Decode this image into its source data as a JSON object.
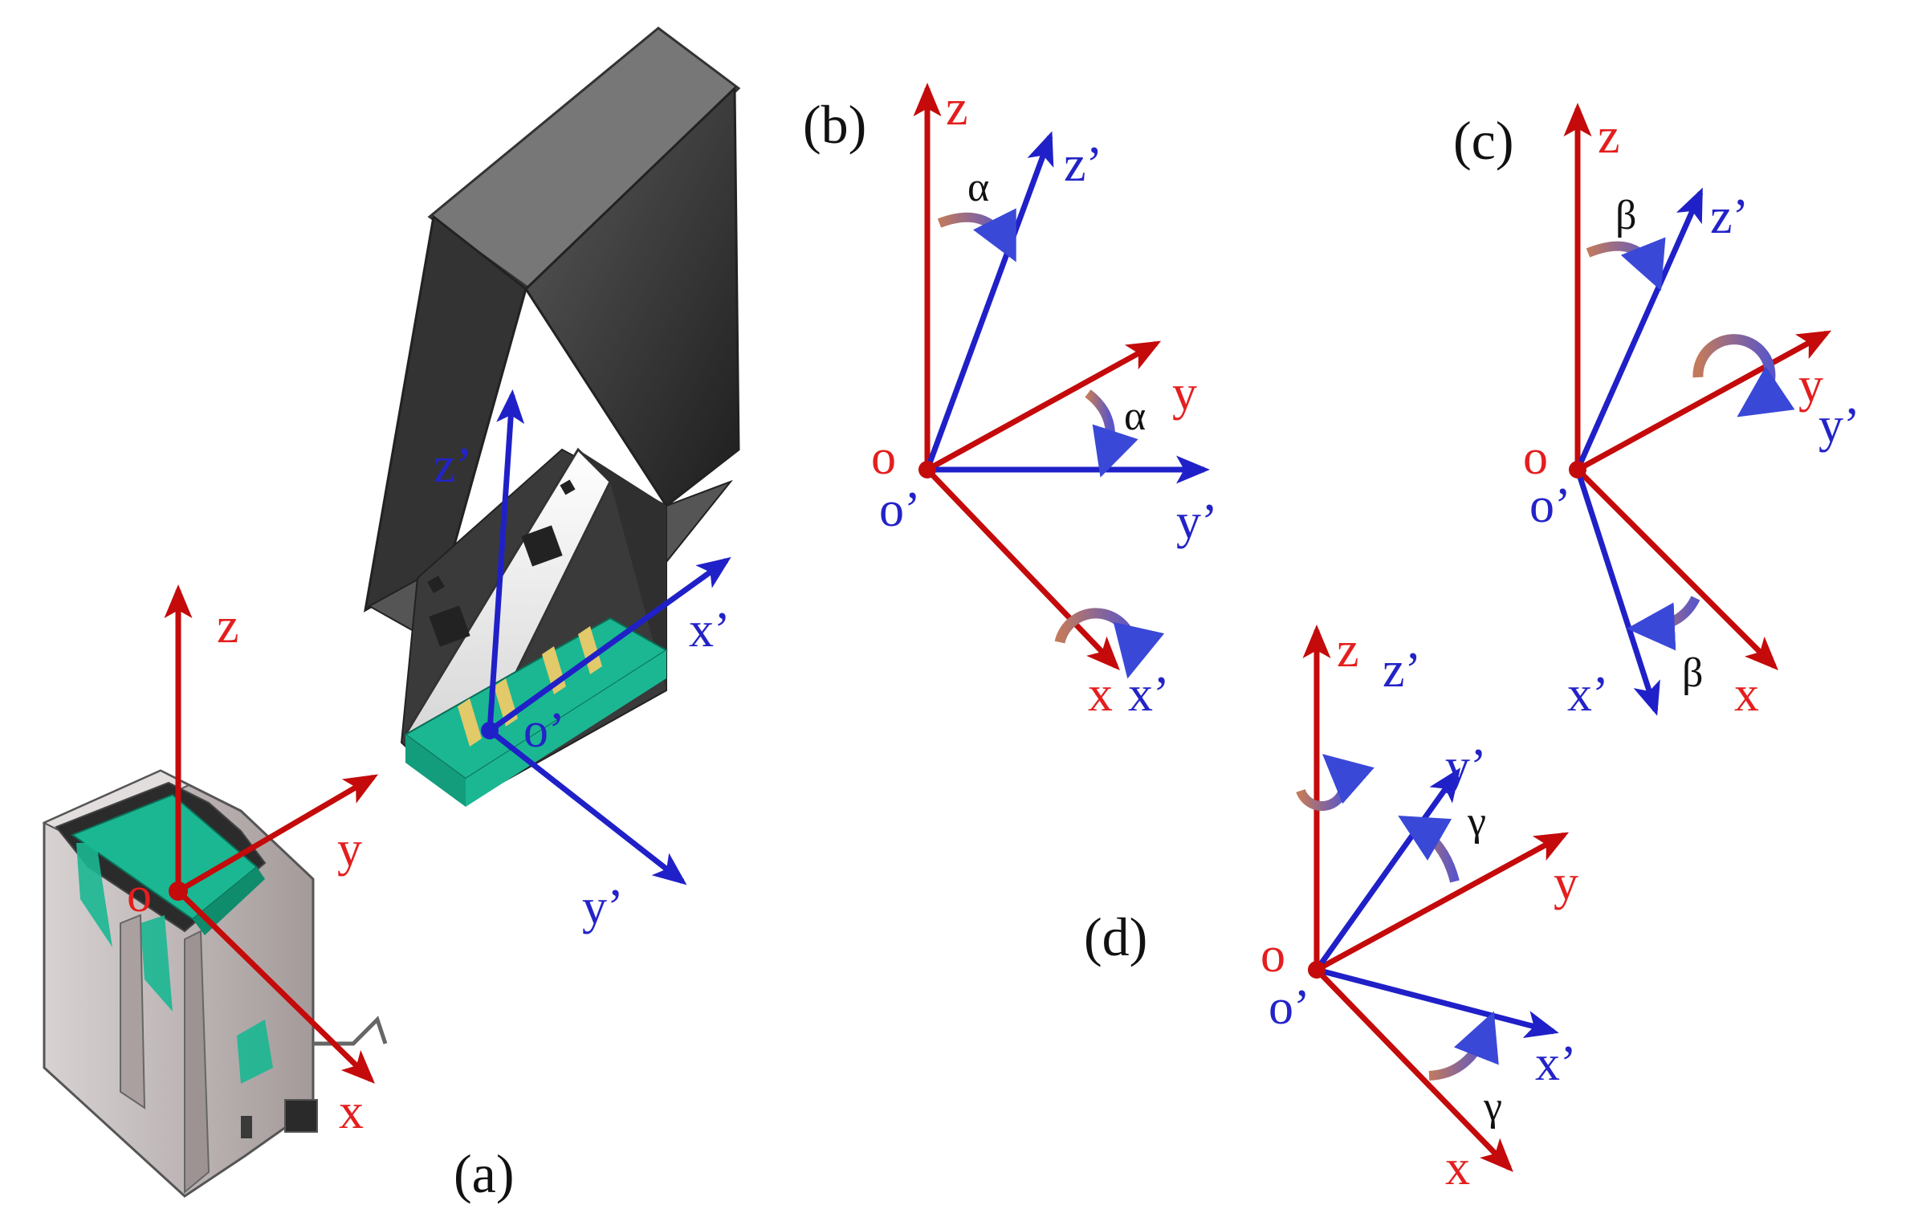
{
  "colors": {
    "original_axis": "#c40a0a",
    "original_label": "#e41e1e",
    "rotated_axis": "#2020c8",
    "rotated_label": "#2323c8",
    "connector_green": "#1ab792",
    "receptacle_metal": "#bdb5b5",
    "plug_body": "#2b2b2b"
  },
  "panels": {
    "a": {
      "caption": "(a)",
      "socket_axes": {
        "origin": "o",
        "x": "x",
        "y": "y",
        "z": "z"
      },
      "plug_axes": {
        "origin": "o’",
        "x": "x’",
        "y": "y’",
        "z": "z’"
      }
    },
    "b": {
      "caption": "(b)",
      "origin": "o",
      "origin_prime": "o’",
      "x": "x",
      "x_prime": "x’",
      "y": "y",
      "y_prime": "y’",
      "z": "z",
      "z_prime": "z’",
      "angle_z": "α",
      "angle_y": "α"
    },
    "c": {
      "caption": "(c)",
      "origin": "o",
      "origin_prime": "o’",
      "x": "x",
      "x_prime": "x’",
      "y": "y",
      "y_prime": "y’",
      "z": "z",
      "z_prime": "z’",
      "angle_z": "β",
      "angle_x": "β"
    },
    "d": {
      "caption": "(d)",
      "origin": "o",
      "origin_prime": "o’",
      "x": "x",
      "x_prime": "x’",
      "y": "y",
      "y_prime": "y’",
      "z": "z",
      "z_prime": "z’",
      "angle_y": "γ",
      "angle_x": "γ"
    }
  }
}
